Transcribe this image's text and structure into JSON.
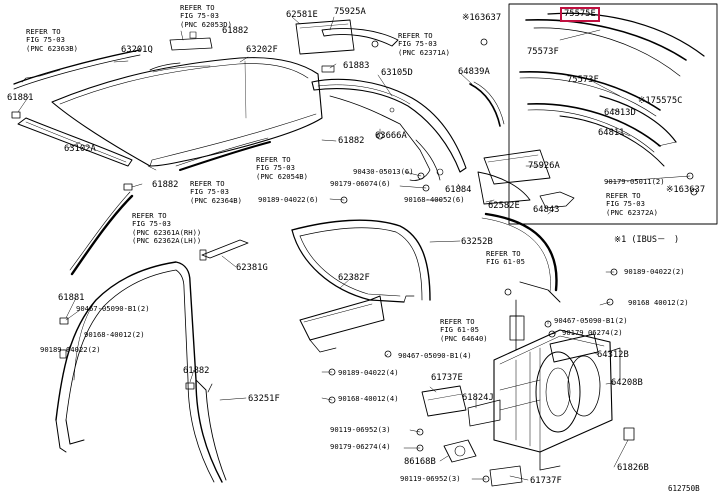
{
  "colors": {
    "line": "#000000",
    "highlight": "#c01040",
    "background": "#ffffff"
  },
  "highlighted_part": "75575E",
  "labels": {
    "p75925A": "75925A",
    "p62581E": "62581E",
    "p61882_top": "61882",
    "p63201Q": "63201Q",
    "p63202F": "63202F",
    "p61881_left": "61881",
    "p63102A": "63102A",
    "p61882_mid": "61882",
    "p61883": "61883",
    "p63105D": "63105D",
    "p64839A": "64839A",
    "p63666A": "63666A",
    "p61882_right": "61882",
    "p61884": "61884",
    "p75926A": "75926A",
    "p62582E": "62582E",
    "p64843": "64843",
    "p63252B": "63252B",
    "p62381G": "62381G",
    "p62382F": "62382F",
    "p61881_low": "61881",
    "p61882_low": "61882",
    "p63251F": "63251F",
    "p61737E": "61737E",
    "p61824J": "61824J",
    "p86168B": "86168B",
    "p61737F": "61737F",
    "p64312B": "64312B",
    "p64208B": "64208B",
    "p61826B": "61826B",
    "p75575E": "75575E",
    "p75573F_a": "75573F",
    "p75573F_b": "75573F",
    "p64813D": "64813D",
    "p64811": "64811",
    "p75575C": "※175575C",
    "p63637_top": "※163637",
    "p63637_mid": "※163637",
    "note_ibus": "※1 (IBUS－　)",
    "diagram_id": "612750B"
  },
  "refs": {
    "r1": {
      "l1": "REFER TO",
      "l2": "FIG 75-03",
      "l3": "(PNC 62053D)"
    },
    "r2": {
      "l1": "REFER TO",
      "l2": "FIG 75-03",
      "l3": "(PNC 62363B)"
    },
    "r3": {
      "l1": "REFER TO",
      "l2": "FIG 75-03",
      "l3": "(PNC 62371A)"
    },
    "r4": {
      "l1": "REFER TO",
      "l2": "FIG 75-03",
      "l3": "(PNC 62054B)"
    },
    "r5": {
      "l1": "REFER TO",
      "l2": "FIG 75-03",
      "l3": "(PNC 62364B)"
    },
    "r6": {
      "l1": "REFER TO",
      "l2": "FIG 75-03",
      "l3": "(PNC 62361A(RH))",
      "l4": "(PNC 62362A(LH))"
    },
    "r7": {
      "l1": "REFER TO",
      "l2": "FIG 75-03",
      "l3": "(PNC 62372A)"
    },
    "r8": {
      "l1": "REFER TO",
      "l2": "FIG 61-05"
    },
    "r9": {
      "l1": "FIG 61-05",
      "l2": "(PNC 64640)"
    }
  },
  "fasteners": {
    "f1": "90430-05013(6)",
    "f2": "90179-06074(6)",
    "f3": "90189-04022(6)",
    "f4": "90168-40052(6)",
    "f5": "90179-05011(2)",
    "f6": "90189-04022(2)",
    "f7": "90168 40012(2)",
    "f8": "90467-05090-B1(2)",
    "f9": "90179 06274(2)",
    "f10": "90467-05090-B1(2)",
    "f11": "90168-40012(2)",
    "f12": "90189-04022(2)",
    "f13": "90467-05090-B1(4)",
    "f14": "90189-04022(4)",
    "f15": "90168-40012(4)",
    "f16": "90119-06952(3)",
    "f17": "90179-06274(4)",
    "f18": "90119-06952(3)"
  }
}
